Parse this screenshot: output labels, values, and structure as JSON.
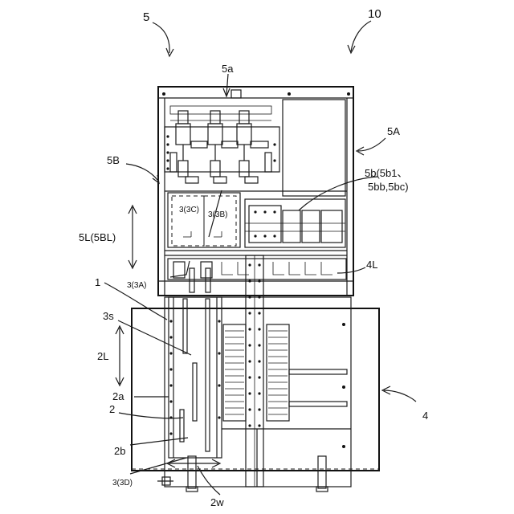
{
  "labels": {
    "l5": "5",
    "l10": "10",
    "l5a": "5a",
    "l5A": "5A",
    "l5B": "5B",
    "l5b_line1": "5b(5b1、",
    "l5b_line2": "5bb,5bc)",
    "l5L": "5L(5BL)",
    "l3_3C": "3(3C)",
    "l3_3B": "3(3B)",
    "l3_3A": "3(3A)",
    "l4L": "4L",
    "l1": "1",
    "l3s": "3s",
    "l2L": "2L",
    "l2a": "2a",
    "l2": "2",
    "l2b": "2b",
    "l3_3D": "3(3D)",
    "l2w": "2w",
    "l4": "4"
  }
}
